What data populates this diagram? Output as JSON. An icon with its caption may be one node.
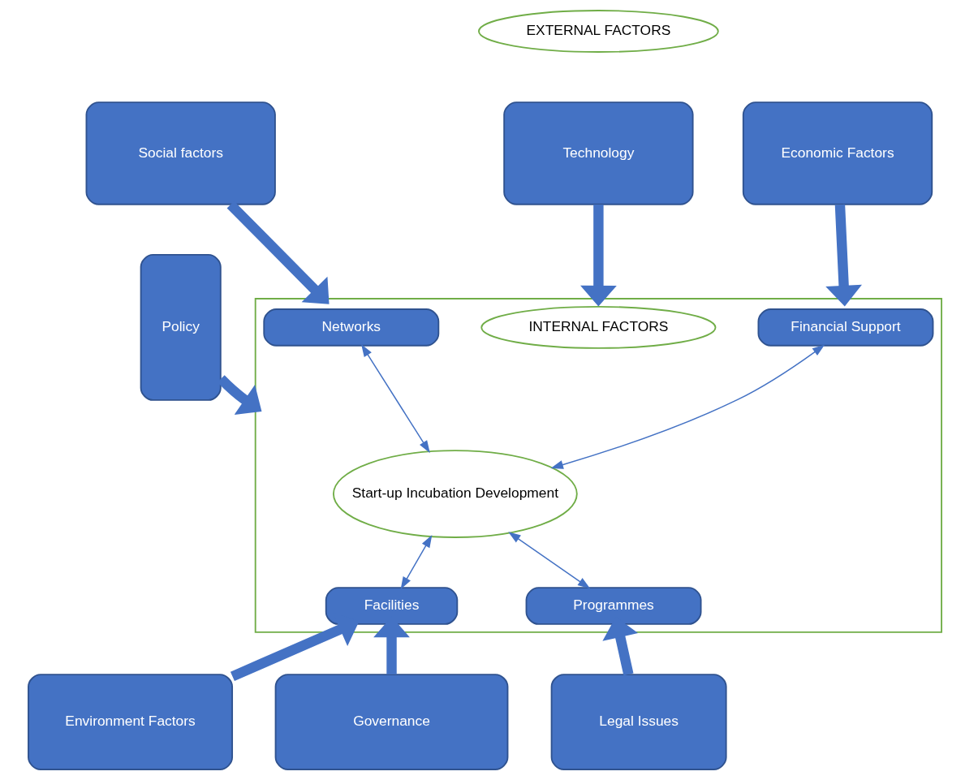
{
  "diagram": {
    "nodes": [
      {
        "text": [
          "EXTERNAL FACTORS"
        ]
      },
      {
        "text": [
          "Social factors"
        ]
      },
      {
        "text": [
          "Technology"
        ]
      },
      {
        "text": [
          "Economic Factors"
        ]
      },
      {
        "text": [
          "Policy"
        ]
      },
      {
        "text": [],
        "shape": "box"
      },
      {
        "text": [
          "INTERNAL FACTORS"
        ],
        "in": 5
      },
      {
        "text": [
          "Networks"
        ],
        "in": 5
      },
      {
        "text": [
          "Financial Support"
        ],
        "in": 5
      },
      {
        "text": [
          "Start-up Incubation Development"
        ],
        "in": 5
      },
      {
        "text": [
          "Facilities"
        ],
        "in": 5
      },
      {
        "text": [
          "Programmes"
        ],
        "in": 5
      },
      {
        "text": [
          "Environment Factors"
        ]
      },
      {
        "text": [
          "Governance"
        ]
      },
      {
        "text": [
          "Legal Issues"
        ]
      }
    ],
    "edges": [
      {
        "from": 1,
        "to": 5,
        "arrow": "to"
      },
      {
        "from": 2,
        "to": 5,
        "arrow": "to"
      },
      {
        "from": 3,
        "to": 5,
        "arrow": "to"
      },
      {
        "from": 4,
        "to": 5,
        "arrow": "to"
      },
      {
        "from": 12,
        "to": 5,
        "arrow": "to"
      },
      {
        "from": 13,
        "to": 5,
        "arrow": "to"
      },
      {
        "from": 14,
        "to": 5,
        "arrow": "to"
      },
      {
        "from": 7,
        "to": 9,
        "arrow": "both"
      },
      {
        "from": 8,
        "to": 9,
        "arrow": "both"
      },
      {
        "from": 10,
        "to": 9,
        "arrow": "both"
      },
      {
        "from": 11,
        "to": 9,
        "arrow": "both"
      }
    ]
  }
}
